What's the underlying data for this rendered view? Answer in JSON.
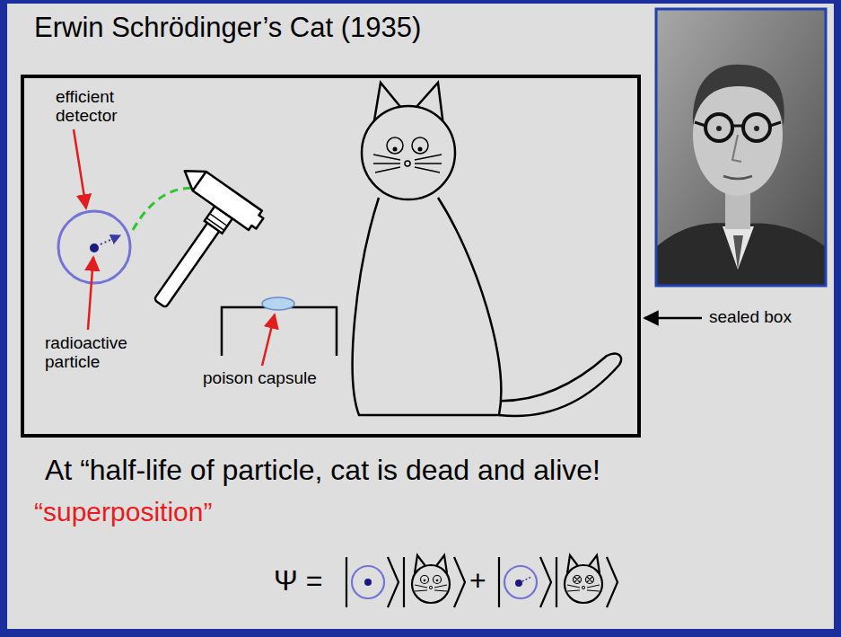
{
  "diagram": {
    "title": "Erwin Schrödinger’s Cat (1935)",
    "labels": [
      "efficient detector",
      "radioactive particle",
      "poison capsule",
      "sealed box",
      "At “half-life of particle, cat is dead and alive!",
      "“superposition”",
      "Ψ =",
      "+"
    ]
  }
}
